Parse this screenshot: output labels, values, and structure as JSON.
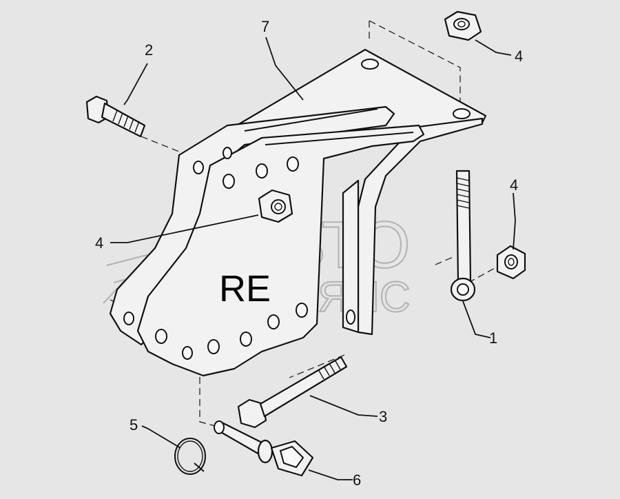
{
  "watermark": {
    "line1": "АВТО",
    "line2": "АЛЬЯНС"
  },
  "diagram_code": "RE",
  "callouts": [
    {
      "id": "c1",
      "label": "1"
    },
    {
      "id": "c2",
      "label": "2"
    },
    {
      "id": "c3",
      "label": "3"
    },
    {
      "id": "c4a",
      "label": "4"
    },
    {
      "id": "c4b",
      "label": "4"
    },
    {
      "id": "c4c",
      "label": "4"
    },
    {
      "id": "c5",
      "label": "5"
    },
    {
      "id": "c6",
      "label": "6"
    },
    {
      "id": "c7",
      "label": "7"
    }
  ],
  "colors": {
    "background": "#e6e6e6",
    "ink": "#111111",
    "watermark": "#b5b5b5"
  }
}
